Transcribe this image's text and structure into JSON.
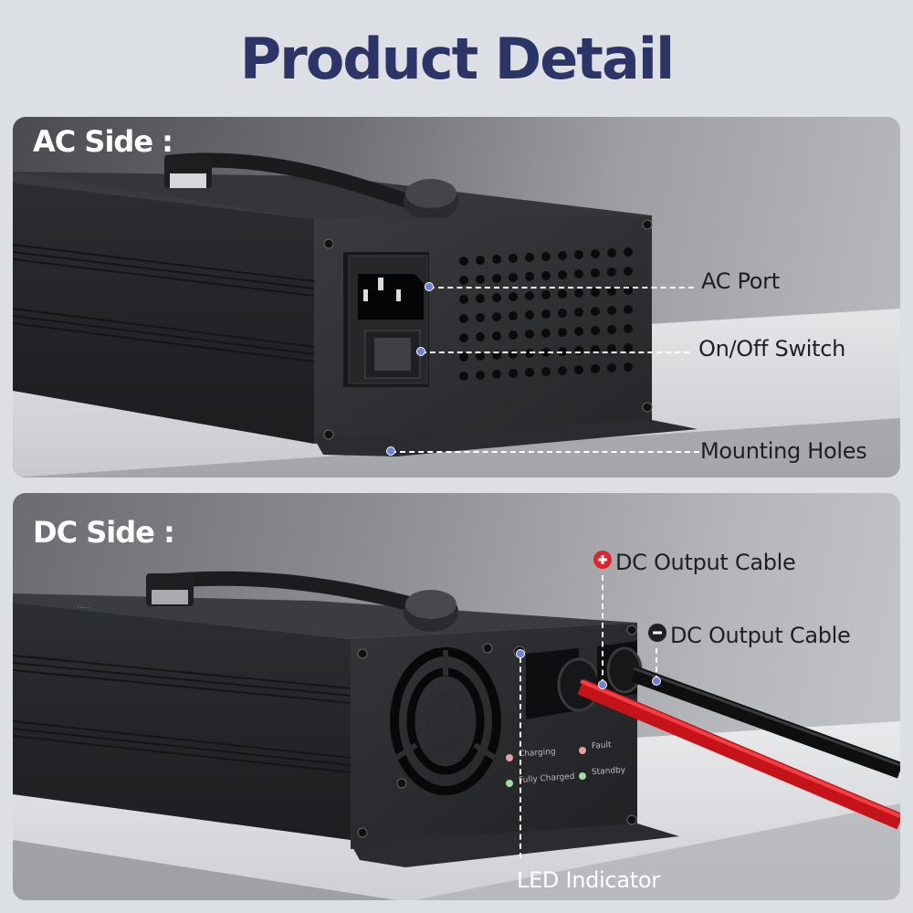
{
  "header": {
    "title": "Product Detail"
  },
  "ac_side": {
    "title": "AC Side :",
    "callouts": [
      {
        "label": "AC Port",
        "icon": "ac-socket-icon"
      },
      {
        "label": "On/Off Switch",
        "icon": "power-switch-icon"
      },
      {
        "label": "Mounting Holes",
        "icon": "mounting-bracket-icon"
      }
    ]
  },
  "dc_side": {
    "title": "DC Side :",
    "callouts": [
      {
        "label": "DC Output Cable",
        "polarity": "positive",
        "icon": "plus-icon",
        "color": "#e3232c"
      },
      {
        "label": "DC Output Cable",
        "polarity": "negative",
        "icon": "minus-icon",
        "color": "#1e1f22"
      },
      {
        "label": "LED Indicator",
        "icon": "led-indicator-icon"
      }
    ],
    "led_legend": [
      {
        "label": "Charging",
        "color": "#e8a0a0"
      },
      {
        "label": "Fully Charged",
        "color": "#a8d8a8"
      },
      {
        "label": "Fault",
        "color": "#e8a0a0"
      },
      {
        "label": "Standby",
        "color": "#a8d8a8"
      }
    ]
  },
  "colors": {
    "title": "#2b3568",
    "callout_dot": "#6f82d8",
    "positive_cable": "#e3232c",
    "negative_cable": "#1a1a1a",
    "page_background": "#dcdfe4"
  }
}
